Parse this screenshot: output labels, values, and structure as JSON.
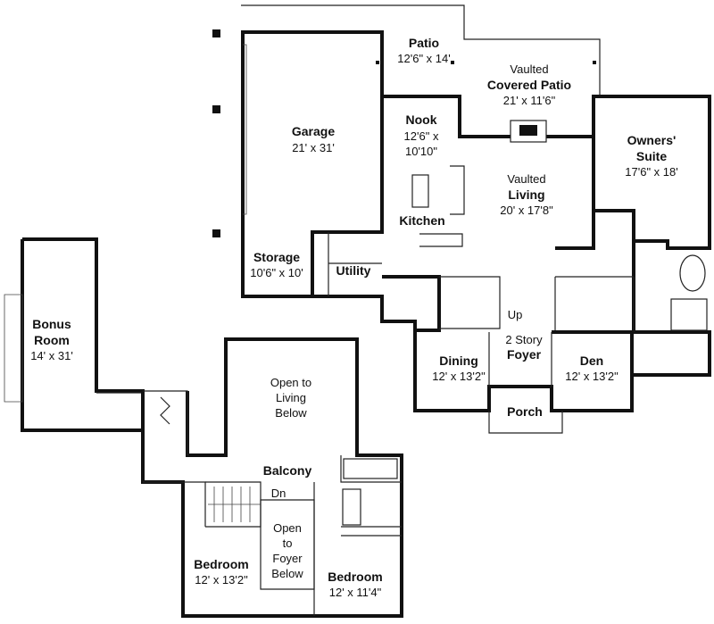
{
  "rooms": {
    "patio": {
      "name": "Patio",
      "size": "12'6\" x 14'"
    },
    "covered_patio": {
      "prefix": "Vaulted",
      "name": "Covered Patio",
      "size": "21' x 11'6\""
    },
    "garage": {
      "name": "Garage",
      "size": "21' x 31'"
    },
    "nook": {
      "name": "Nook",
      "size1": "12'6\" x",
      "size2": "10'10\""
    },
    "owners_suite": {
      "name1": "Owners'",
      "name2": "Suite",
      "size": "17'6\" x 18'"
    },
    "living": {
      "prefix": "Vaulted",
      "name": "Living",
      "size": "20' x 17'8\""
    },
    "kitchen": {
      "name": "Kitchen"
    },
    "storage": {
      "name": "Storage",
      "size": "10'6\" x 10'"
    },
    "utility": {
      "name": "Utility"
    },
    "bonus_room": {
      "name1": "Bonus",
      "name2": "Room",
      "size": "14' x 31'"
    },
    "open_living": {
      "line1": "Open to",
      "line2": "Living",
      "line3": "Below"
    },
    "up": {
      "label": "Up"
    },
    "foyer": {
      "prefix": "2 Story",
      "name": "Foyer"
    },
    "dining": {
      "name": "Dining",
      "size": "12' x 13'2\""
    },
    "den": {
      "name": "Den",
      "size": "12' x 13'2\""
    },
    "porch": {
      "name": "Porch"
    },
    "balcony": {
      "name": "Balcony"
    },
    "dn": {
      "label": "Dn"
    },
    "open_foyer": {
      "line1": "Open",
      "line2": "to",
      "line3": "Foyer",
      "line4": "Below"
    },
    "bedroom_left": {
      "name": "Bedroom",
      "size": "12' x 13'2\""
    },
    "bedroom_right": {
      "name": "Bedroom",
      "size": "12' x 11'4\""
    }
  }
}
